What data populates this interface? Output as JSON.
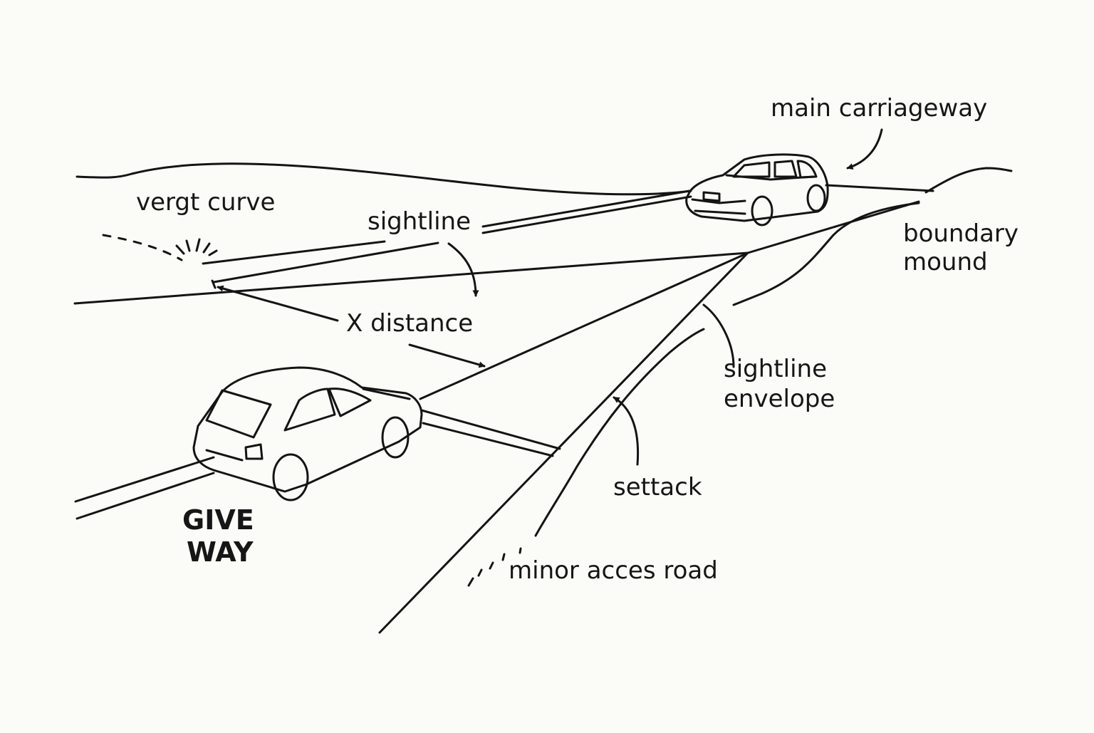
{
  "labels": {
    "main_carriageway": "main carriageway",
    "vergt_curve": "vergt curve",
    "sightline": "sightline",
    "boundary_mound_line1": "boundary",
    "boundary_mound_line2": "mound",
    "x_distance": "X distance",
    "sightline_envelope_line1": "sightline",
    "sightline_envelope_line2": "envelope",
    "settack": "settack",
    "give_way_line1": "GIVE",
    "give_way_line2": "WAY",
    "minor_access_road": "minor acces road"
  },
  "colors": {
    "background": "#fbfbf7",
    "ink": "#141414"
  }
}
